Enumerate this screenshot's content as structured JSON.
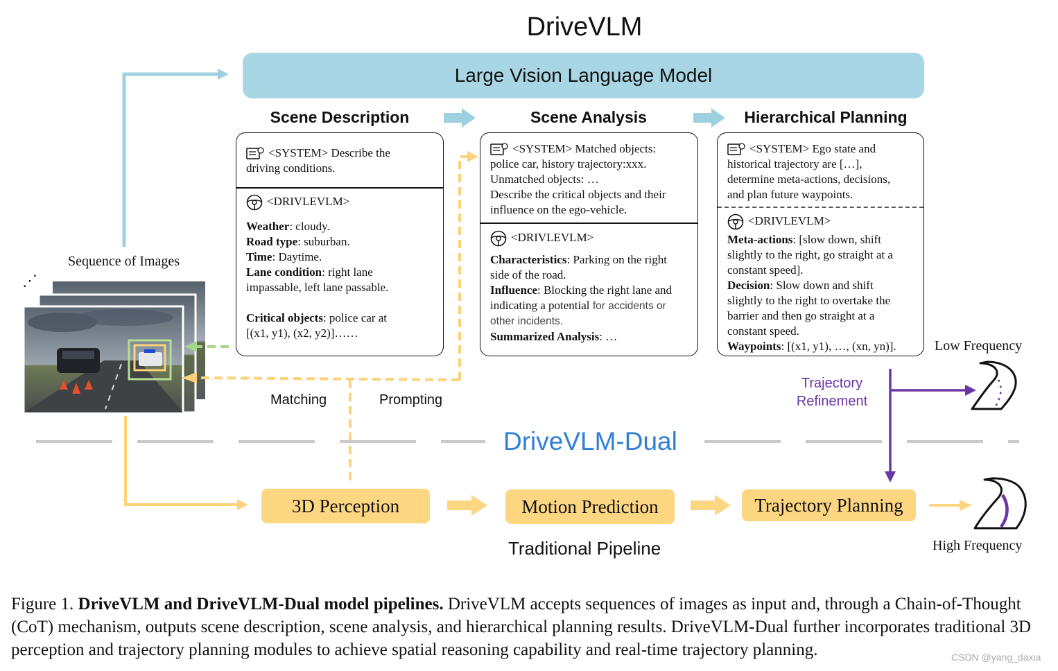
{
  "header": {
    "title": "DriveVLM",
    "model_label": "Large Vision Language Model"
  },
  "columns": {
    "scene_description": "Scene Description",
    "scene_analysis": "Scene Analysis",
    "hierarchical_planning": "Hierarchical Planning"
  },
  "scene_description": {
    "system": [
      "<SYSTEM> Describe the",
      "driving conditions."
    ],
    "agent": "<DRIVLEVLM>",
    "fields": [
      {
        "k": "Weather",
        "v": ": cloudy."
      },
      {
        "k": "Road type",
        "v": ": suburban."
      },
      {
        "k": "Time",
        "v": ": Daytime."
      },
      {
        "k": "Lane condition",
        "v": ": right lane"
      }
    ],
    "lane_cont": "impassable, left lane passable.",
    "critical_k": "Critical objects",
    "critical_v": ": police car at",
    "critical_cont": "[(x1, y1), (x2, y2)]……"
  },
  "scene_analysis": {
    "system": [
      "<SYSTEM> Matched objects:",
      "police car, history trajectory:xxx.",
      "Unmatched objects: …",
      "Describe the critical objects and their",
      "influence on the ego-vehicle."
    ],
    "agent": "<DRIVLEVLM>",
    "char_k": "Characteristics",
    "char_v": ": Parking on the right",
    "char_cont": "side of the road.",
    "infl_k": "Influence",
    "infl_v": ": Blocking the right lane and",
    "infl_cont_a": "indicating a potential",
    "infl_cont_b": " for accidents or",
    "infl_cont_c": "other incidents.",
    "summ_k": "Summarized Analysis",
    "summ_v": ": …"
  },
  "hierarchical_planning": {
    "system": [
      "<SYSTEM> Ego state and",
      "historical trajectory are […],",
      "determine meta-actions, decisions,",
      "and plan future waypoints."
    ],
    "agent": "<DRIVLEVLM>",
    "meta_k": "Meta-actions",
    "meta_v": ": [slow down, shift",
    "meta_cont": [
      "slightly to the right, go straight at a",
      "constant speed]."
    ],
    "dec_k": "Decision",
    "dec_v": ": Slow down and shift",
    "dec_cont": [
      "slightly to the right to overtake the",
      "barrier and then go straight at a",
      "constant speed."
    ],
    "way_k": "Waypoints",
    "way_v": ": [(x1, y1), …, (xn, yn)]."
  },
  "left": {
    "sequence_label": "Sequence of Images",
    "ellipsis": "⋰"
  },
  "labels": {
    "matching": "Matching",
    "prompting": "Prompting",
    "trajectory_refinement": [
      "Trajectory",
      "Refinement"
    ],
    "low_frequency": "Low Frequency",
    "high_frequency": "High Frequency",
    "dual": "DriveVLM-Dual",
    "traditional": "Traditional Pipeline"
  },
  "pipeline": {
    "perception": "3D Perception",
    "motion": "Motion Prediction",
    "trajectory": "Trajectory Planning"
  },
  "caption": {
    "prefix": "Figure 1. ",
    "bold": "DriveVLM and DriveVLM-Dual model pipelines.",
    "text": " DriveVLM accepts sequences of images as input and, through a Chain-of-Thought (CoT) mechanism, outputs scene description, scene analysis, and hierarchical planning results. DriveVLM-Dual further incorporates traditional 3D perception and trajectory planning modules to achieve spatial reasoning capability and real-time trajectory planning."
  },
  "watermark": "CSDN @yang_daxia",
  "colors": {
    "lvlm_blue": "#a9d6e4",
    "arrow_blue": "#9fd0e0",
    "pipeline_yellow": "#fdd682",
    "dashed_orange": "#fcd27a",
    "green_dash": "#a8d58c",
    "purple": "#6a35a5",
    "dual_blue": "#2f7fd4"
  },
  "icons": [
    "system-settings-icon",
    "steering-wheel-icon",
    "road-icon"
  ]
}
